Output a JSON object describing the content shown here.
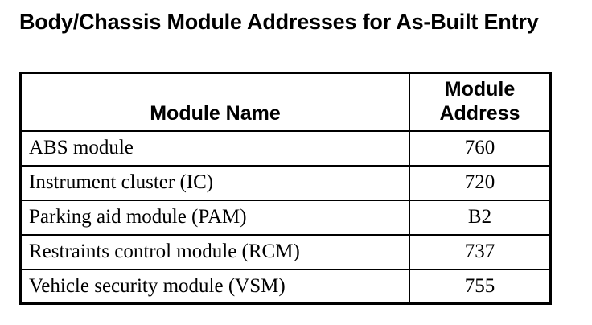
{
  "document": {
    "title": "Body/Chassis Module Addresses for As-Built Entry"
  },
  "table": {
    "headers": {
      "name": "Module Name",
      "address_line1": "Module",
      "address_line2": "Address"
    },
    "rows": [
      {
        "name": "ABS module",
        "address": "760"
      },
      {
        "name": "Instrument cluster (IC)",
        "address": "720"
      },
      {
        "name": "Parking aid module (PAM)",
        "address": "B2"
      },
      {
        "name": "Restraints control module (RCM)",
        "address": "737"
      },
      {
        "name": "Vehicle security module (VSM)",
        "address": "755"
      }
    ]
  }
}
